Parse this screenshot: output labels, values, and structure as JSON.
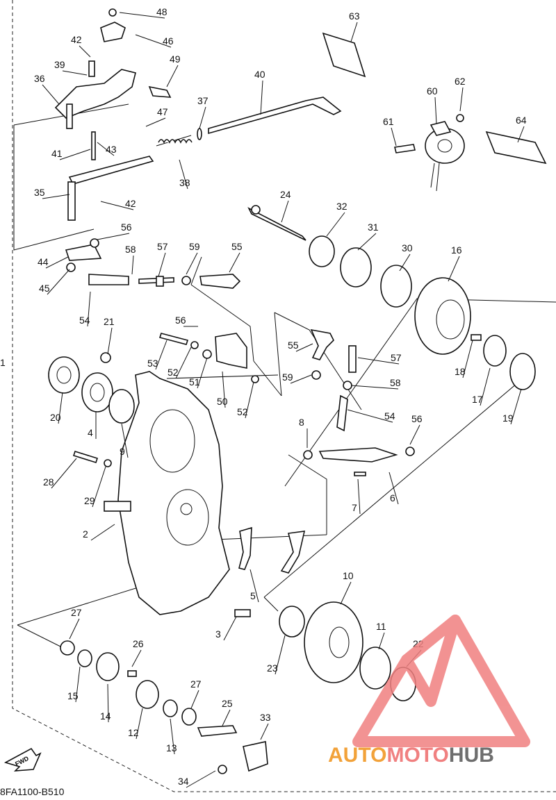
{
  "diagram": {
    "code": "8FA1100-B510",
    "fwd_label": "FWD",
    "side_ref": "1",
    "callouts": [
      {
        "n": "48"
      },
      {
        "n": "46"
      },
      {
        "n": "42"
      },
      {
        "n": "39"
      },
      {
        "n": "36"
      },
      {
        "n": "49"
      },
      {
        "n": "47"
      },
      {
        "n": "37"
      },
      {
        "n": "40"
      },
      {
        "n": "41"
      },
      {
        "n": "43"
      },
      {
        "n": "35"
      },
      {
        "n": "42"
      },
      {
        "n": "38"
      },
      {
        "n": "63"
      },
      {
        "n": "62"
      },
      {
        "n": "60"
      },
      {
        "n": "61"
      },
      {
        "n": "64"
      },
      {
        "n": "24"
      },
      {
        "n": "32"
      },
      {
        "n": "31"
      },
      {
        "n": "30"
      },
      {
        "n": "16"
      },
      {
        "n": "56"
      },
      {
        "n": "58"
      },
      {
        "n": "57"
      },
      {
        "n": "59"
      },
      {
        "n": "55"
      },
      {
        "n": "44"
      },
      {
        "n": "45"
      },
      {
        "n": "54"
      },
      {
        "n": "21"
      },
      {
        "n": "56"
      },
      {
        "n": "53"
      },
      {
        "n": "52"
      },
      {
        "n": "51"
      },
      {
        "n": "50"
      },
      {
        "n": "52"
      },
      {
        "n": "55"
      },
      {
        "n": "57"
      },
      {
        "n": "59"
      },
      {
        "n": "58"
      },
      {
        "n": "54"
      },
      {
        "n": "56"
      },
      {
        "n": "18"
      },
      {
        "n": "17"
      },
      {
        "n": "19"
      },
      {
        "n": "20"
      },
      {
        "n": "4"
      },
      {
        "n": "9"
      },
      {
        "n": "8"
      },
      {
        "n": "7"
      },
      {
        "n": "6"
      },
      {
        "n": "28"
      },
      {
        "n": "29"
      },
      {
        "n": "2"
      },
      {
        "n": "5"
      },
      {
        "n": "10"
      },
      {
        "n": "3"
      },
      {
        "n": "11"
      },
      {
        "n": "22"
      },
      {
        "n": "23"
      },
      {
        "n": "27"
      },
      {
        "n": "26"
      },
      {
        "n": "15"
      },
      {
        "n": "14"
      },
      {
        "n": "12"
      },
      {
        "n": "27"
      },
      {
        "n": "13"
      },
      {
        "n": "25"
      },
      {
        "n": "33"
      },
      {
        "n": "34"
      }
    ]
  },
  "watermark": {
    "brand_left": "AUTO",
    "brand_mid": "MOTO",
    "brand_right": "HUB",
    "color_primary": "#f08080",
    "color_secondary": "#f2a23a",
    "color_dark": "#6e6e6e"
  }
}
